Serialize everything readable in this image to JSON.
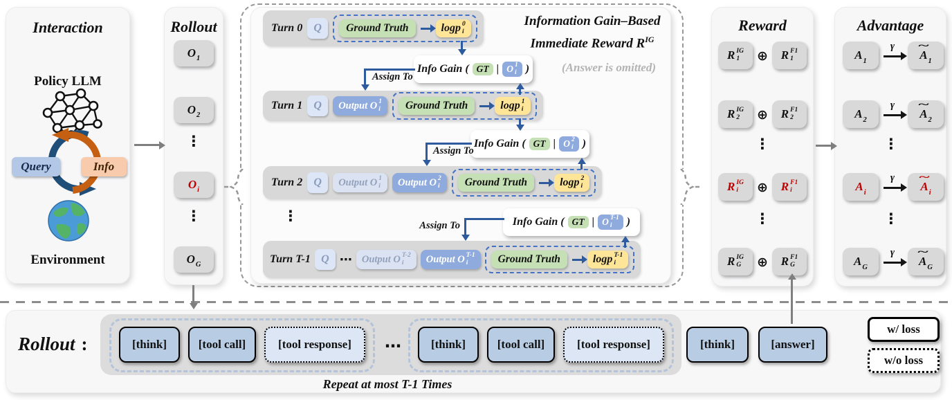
{
  "interaction": {
    "title": "Interaction",
    "policy_label": "Policy LLM",
    "query_label": "Query",
    "info_label": "Info",
    "environment_label": "Environment"
  },
  "rollout_col": {
    "title": "Rollout",
    "vdots": "⋮",
    "items": [
      {
        "base": "O",
        "sub": "1"
      },
      {
        "base": "O",
        "sub": "2"
      },
      {
        "base": "O",
        "sub": "i"
      },
      {
        "base": "O",
        "sub": "G"
      }
    ]
  },
  "center": {
    "header_line1": "Information Gain–Based",
    "header_line2": "Immediate Reward R",
    "header_line2_sup": "IG",
    "note": "(Answer is omitted)",
    "assign_label": "Assign To",
    "vdots": "⋮",
    "cdots": "⋯",
    "turns": [
      {
        "label": "Turn 0",
        "q": "Q",
        "ground_truth": "Ground Truth",
        "logp": {
          "base": "logp",
          "sub": "i",
          "sup": "0"
        }
      },
      {
        "label": "Turn 1",
        "q": "Q",
        "out_current": {
          "base": "Output O",
          "sub": "i",
          "sup": "1"
        },
        "ground_truth": "Ground Truth",
        "logp": {
          "base": "logp",
          "sub": "i",
          "sup": "1"
        }
      },
      {
        "label": "Turn 2",
        "q": "Q",
        "out_past": {
          "base": "Output O",
          "sub": "i",
          "sup": "1"
        },
        "out_current": {
          "base": "Output O",
          "sub": "i",
          "sup": "2"
        },
        "ground_truth": "Ground Truth",
        "logp": {
          "base": "logp",
          "sub": "i",
          "sup": "2"
        }
      },
      {
        "label": "Turn T-1",
        "q": "Q",
        "out_past": {
          "base": "Output O",
          "sub": "i",
          "sup": "T-2"
        },
        "out_current": {
          "base": "Output O",
          "sub": "i",
          "sup": "T-1"
        },
        "ground_truth": "Ground Truth",
        "logp": {
          "base": "logp",
          "sub": "i",
          "sup": "T-1"
        }
      }
    ],
    "info_gains": [
      {
        "prefix": "Info Gain (",
        "gt": "GT",
        "bar": "|",
        "o": {
          "base": "O",
          "sub": "i",
          "sup": "1"
        },
        "suffix": ")"
      },
      {
        "prefix": "Info Gain (",
        "gt": "GT",
        "bar": "|",
        "o": {
          "base": "O",
          "sub": "i",
          "sup": "2"
        },
        "suffix": ")"
      },
      {
        "prefix": "Info Gain (",
        "gt": "GT",
        "bar": "|",
        "o": {
          "base": "O",
          "sub": "i",
          "sup": "T-1"
        },
        "suffix": ")"
      }
    ]
  },
  "reward": {
    "title": "Reward",
    "oplus": "⊕",
    "vdots": "⋮",
    "rows": [
      {
        "left": {
          "base": "R",
          "sub": "1",
          "sup": "IG"
        },
        "right": {
          "base": "R",
          "sub": "1",
          "sup": "F1"
        }
      },
      {
        "left": {
          "base": "R",
          "sub": "2",
          "sup": "IG"
        },
        "right": {
          "base": "R",
          "sub": "2",
          "sup": "F1"
        }
      },
      {
        "left": {
          "base": "R",
          "sub": "i",
          "sup": "IG"
        },
        "right": {
          "base": "R",
          "sub": "i",
          "sup": "F1"
        }
      },
      {
        "left": {
          "base": "R",
          "sub": "G",
          "sup": "IG"
        },
        "right": {
          "base": "R",
          "sub": "G",
          "sup": "F1"
        }
      }
    ]
  },
  "advantage": {
    "title": "Advantage",
    "gamma": "γ",
    "tilde": "~",
    "vdots": "⋮",
    "rows": [
      {
        "a": {
          "base": "A",
          "sub": "1"
        },
        "t": {
          "base": "A",
          "sub": "1"
        }
      },
      {
        "a": {
          "base": "A",
          "sub": "2"
        },
        "t": {
          "base": "A",
          "sub": "2"
        }
      },
      {
        "a": {
          "base": "A",
          "sub": "i"
        },
        "t": {
          "base": "A",
          "sub": "i"
        }
      },
      {
        "a": {
          "base": "A",
          "sub": "G"
        },
        "t": {
          "base": "A",
          "sub": "G"
        }
      }
    ]
  },
  "bottom": {
    "label": "Rollout",
    "colon": ":",
    "think": "[think]",
    "tool_call": "[tool call]",
    "tool_response": "[tool response]",
    "answer": "[answer]",
    "cdots": "⋯",
    "note": "Repeat at most T-1 Times",
    "legend_with": "w/ loss",
    "legend_without": "w/o loss"
  },
  "colors": {
    "accent_blue": "#2e5b9e",
    "group_dash_blue": "#4472c4",
    "highlight_red": "#c00000",
    "output_blue": "#8faadc",
    "gt_green": "#c5e0b4",
    "logp_yellow": "#ffe598",
    "query_blue": "#b3c7e6",
    "info_orange": "#f8cbad",
    "box_gray": "#d9d9d9"
  }
}
